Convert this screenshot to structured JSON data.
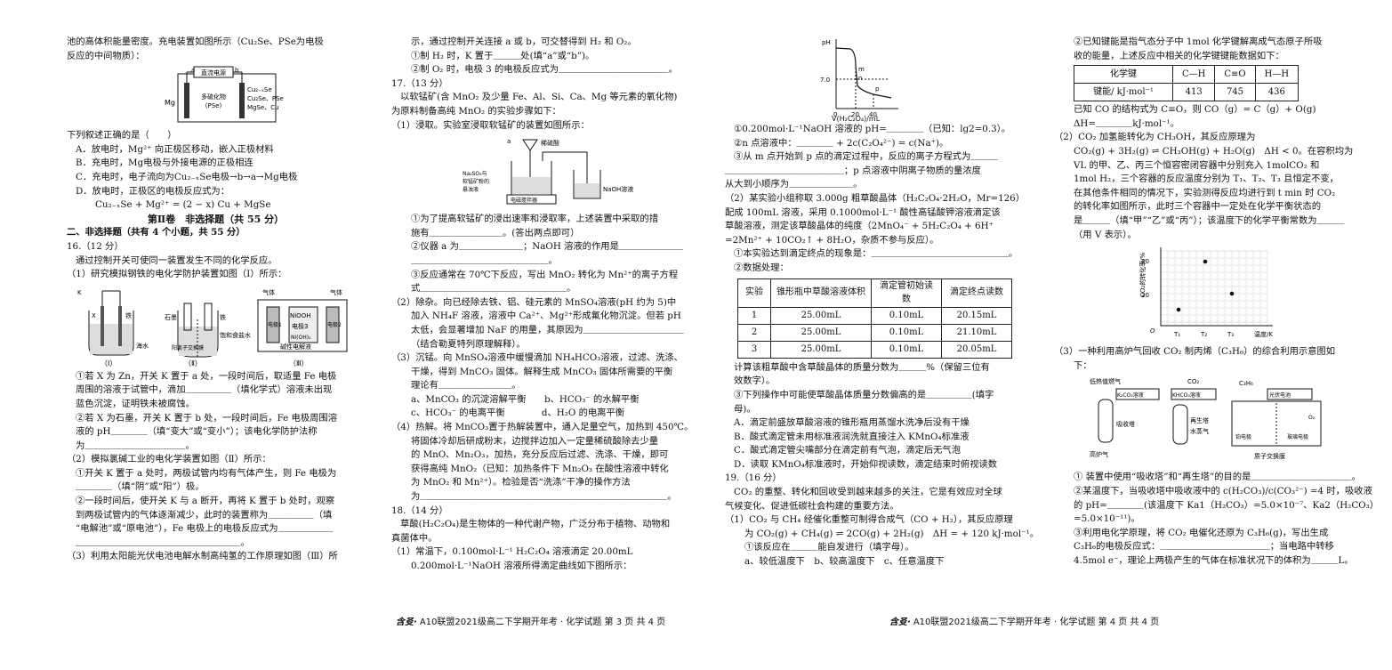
{
  "col1": {
    "lines_top": [
      "池的高体积能量密度。充电装置如图所示（Cu₂Se、PSe为电极",
      "反应的中间物质）："
    ],
    "fig_labels": {
      "a": "a",
      "b": "b",
      "power": "直流电源",
      "mg": "Mg",
      "poly": "多硫化物",
      "pse": "(PSe)",
      "r1": "Cu₂₋ₓSe",
      "r2": "Cu₂Se、PSe",
      "r3": "MgSe、Cu"
    },
    "lines_mid": [
      "下列叙述正确的是（　　）",
      "A．放电时，Mg²⁺ 向正极区移动，嵌入正极材料",
      "B．充电时，Mg电极与外接电源的正极相连",
      "C．充电时，电子流向为Cu₂₋ₓSe电极→b→a→Mg电极",
      "D．放电时，正极区的电极反应式为："
    ],
    "equation": "Cu₂₋ₓSe + Mg²⁺ = (2 − x) Cu + MgSe",
    "section": "第Ⅱ卷　非选择题（共 55 分）",
    "part2": "二、非选择题（共有 4 个小题，共 55 分）",
    "q16": "16.（12 分）",
    "q16_lines": [
      "通过控制开关可使同一装置发生不同的化学反应。",
      "（1）研究模拟钢铁的电化学防护装置如图（Ⅰ）所示："
    ],
    "fig_caps": [
      "（Ⅰ）",
      "（Ⅱ）",
      "（Ⅲ）"
    ],
    "fig_text": {
      "k": "K",
      "x": "X",
      "fe": "铁",
      "sea": "海水",
      "stone": "石墨",
      "brine": "饱和食盐水",
      "membrane": "阳离子交换膜",
      "gas": "气体",
      "e1": "电极1",
      "e2": "电极2",
      "e3": "电极3",
      "niooh": "NiOOH",
      "nioh": "Ni(OH)₂",
      "alk": "碱性电解液"
    },
    "q16_rest": [
      "①若 X 为 Zn，开关 K 置于 a 处，一段时间后，取适量 Fe 电极",
      "周围的溶液于试管中，滴加＿＿＿＿＿（填化学式）溶液未出现",
      "蓝色沉淀，证明铁未被腐蚀。",
      "②若 X 为石墨，开关 K 置于 b 处，一段时间后，Fe 电极周围溶",
      "液的 pH＿＿＿＿（填“变大”或“变小”）；该电化学防护法称",
      "为＿＿＿＿＿＿＿＿＿＿＿。",
      "（2）模拟氯碱工业的电化学装置如图（Ⅱ）所示：",
      "①开关 K 置于 a 处时，两极试管内均有气体产生，则 Fe 电极为",
      "＿＿＿＿（填“阴”或“阳”）极。",
      "②一段时间后，使开关 K 与 a 断开，再将 K 置于 b 处时，观察",
      "到两极试管内的气体逐渐减少，此时的装置称为＿＿＿＿＿（填",
      "“电解池”或“原电池”），Fe 电极上的电极反应式为＿＿＿＿＿＿",
      "＿＿＿＿＿＿＿＿＿＿＿＿＿＿＿＿＿＿。",
      "（3）利用太阳能光伏电池电解水制高纯氢的工作原理如图（Ⅲ）所"
    ]
  },
  "col2": {
    "lines_a": [
      "示，通过控制开关连接 a 或 b，可交替得到 H₂ 和 O₂。",
      "①制 H₂ 时，K 置于＿＿＿处(填“a”或“b”)。",
      "②制 O₂ 时，电极 3 的电极反应式为＿＿＿＿＿＿＿＿＿＿＿＿。"
    ],
    "q17": "17.（13 分）",
    "q17_intro": [
      "以软锰矿(含 MnO₂ 及少量 Fe、Al、Si、Ca、Mg 等元素的氧化物)",
      "为原料制备高纯 MnO₂ 的实验步骤如下：",
      "（1）浸取。实验室浸取软锰矿的装置如图所示："
    ],
    "fig": {
      "a": "a",
      "acid": "稀硫酸",
      "mix1": "Na₂SO₃与",
      "mix2": "软锰矿粉的",
      "mix3": "悬浊液",
      "stir": "电磁搅拌器",
      "naoh": "NaOH溶液"
    },
    "q17_lines": [
      "①为了提高软锰矿的浸出速率和浸取率，上述装置中采取的措",
      "施有＿＿＿＿＿＿＿＿。(答出两点即可）",
      "②仪器 a 为＿＿＿＿＿＿＿；NaOH 溶液的作用是＿＿＿＿＿＿＿",
      "＿＿＿＿＿＿＿＿＿＿＿＿＿＿＿。",
      "③反应通常在 70℃下反应，写出 MnO₂ 转化为 Mn²⁺的离子方程",
      "式＿＿＿＿＿＿＿＿＿＿＿＿＿＿＿＿。",
      "（2）除杂。向已经除去铁、铝、硅元素的 MnSO₄溶液(pH 约为 5)中",
      "加入 NH₄F 溶液，溶液中 Ca²⁺、Mg²⁺形成氟化物沉淀。但若 pH",
      "太低，会显著增加 NaF 的用量，其原因为＿＿＿＿＿＿＿＿＿＿＿",
      "（结合勒夏特列原理解释）。",
      "（3）沉锰。向 MnSO₄溶液中缓慢滴加 NH₄HCO₃溶液，过滤、洗涤、",
      "干燥，得到 MnCO₃ 固体。解释生成 MnCO₃ 固体所需要的平衡",
      "理论有＿＿＿＿＿＿＿＿。",
      "a、MnCO₃ 的沉淀溶解平衡　　b、HCO₃⁻ 的水解平衡",
      "c、HCO₃⁻ 的电离平衡　　　　d、H₂O 的电离平衡",
      "（4）热解。将 MnCO₃置于热解装置中，通入足量空气，加热到 450℃。",
      "将固体冷却后研成粉末，边搅拌边加入一定量稀硫酸除去少量",
      "的 MnO、Mn₂O₃，加热，充分反应后过滤、洗涤、干燥，即可",
      "获得高纯 MnO₂（已知：加热条件下 Mn₂O₃ 在酸性溶液中转化",
      "为 MnO₂ 和 Mn²⁺）。检验是否“洗涤”干净的操作方法",
      "为＿＿＿＿＿＿＿＿＿＿＿＿＿＿＿＿＿＿＿＿＿＿＿＿＿＿＿。"
    ],
    "q18": "18.（14 分）",
    "q18_lines": [
      "草酸(H₂C₂O₄)是生物体的一种代谢产物，广泛分布于植物、动物和",
      "真菌体中。",
      "（1）常温下，0.100mol·L⁻¹ H₂C₂O₄ 溶液滴定 20.00mL",
      "0.200mol·L⁻¹NaOH 溶液所得滴定曲线如下图所示："
    ]
  },
  "col3": {
    "graph": {
      "ylabel": "pH",
      "y70": "7.0",
      "m": "m",
      "n": "n",
      "p": "p",
      "t0": "0",
      "t20": "20",
      "t40": "40",
      "xlabel": "V(H₂C₂O₄)/mL"
    },
    "lines_a": [
      "①0.200mol·L⁻¹NaOH 溶液的 pH=＿＿＿＿（已知：lg2=0.3）。",
      "②n 点溶液中：＿＿＿＿ + 2c(C₂O₄²⁻) = c(Na⁺)。",
      "③从 m 点开始到 p 点的滴定过程中，反应的离子方程式为＿＿＿",
      "＿＿＿＿＿＿＿＿＿＿＿＿＿；p 点溶液中阴离子物质的量浓度",
      "从大到小顺序为＿＿＿＿＿＿＿。",
      "（2）某实验小组称取 3.000g 粗草酸晶体（H₂C₂O₄·2H₂O，Mr=126）",
      "配成 100mL 溶液，采用 0.1000mol·L⁻¹ 酸性高锰酸钾溶液滴定该",
      "草酸溶液，测定该草酸晶体的纯度（2MnO₄⁻ + 5H₂C₂O₄ + 6H⁺",
      "=2Mn²⁺ + 10CO₂↑ + 8H₂O，杂质不参与反应）。",
      "①本实验达到滴定终点的现象是：＿＿＿＿＿＿＿＿＿＿＿＿＿＿＿。",
      "②数据处理："
    ],
    "table_head": [
      "实验",
      "锥形瓶中草酸溶液体积",
      "滴定管初始读数",
      "滴定终点读数"
    ],
    "table_rows": [
      [
        "1",
        "25.00mL",
        "0.10mL",
        "20.15mL"
      ],
      [
        "2",
        "25.00mL",
        "0.10mL",
        "21.10mL"
      ],
      [
        "3",
        "25.00mL",
        "0.10mL",
        "20.05mL"
      ]
    ],
    "lines_b": [
      "计算该粗草酸中含草酸晶体的质量分数为＿＿＿%（保留三位有",
      "效数字）。",
      "③下列操作中可能使草酸晶体质量分数偏高的是＿＿＿＿＿(填字",
      "母)。",
      "A．滴定前盛放草酸溶液的锥形瓶用蒸馏水洗净后没有干燥",
      "B．酸式滴定管未用标准液润洗就直接注入 KMnO₄标准液",
      "C．酸式滴定管尖嘴部分在滴定前有气泡，滴定后无气泡",
      "D．读取 KMnO₄标准液时，开始仰视读数，滴定结束时俯视读数"
    ],
    "q19": "19.（16 分）",
    "lines_c": [
      "CO₂ 的重整、转化和回收受到越来越多的关注，它是有效应对全球",
      "气候变化、促进低碳社会构建的重要方法。",
      "（1）CO₂ 与 CH₄ 经催化重整可制得合成气（CO + H₂），其反应原理",
      "为 CO₂(g) + CH₄(g) ⇌ 2CO(g) + 2H₂(g)　ΔH = + 120 kJ·mol⁻¹。",
      "①该反应在＿＿＿能自发进行（填字母）。",
      "a、较低温度下　b、较高温度下　c、任意温度下"
    ]
  },
  "col4": {
    "lines_a": [
      "②已知键能是指气态分子中 1mol 化学键解离成气态原子所吸",
      "收的能量，上述反应中相关的化学键键能数据如下："
    ],
    "bond_head": [
      "化学键",
      "C—H",
      "C≡O",
      "H—H"
    ],
    "bond_row": [
      "键能/ kJ·mol⁻¹",
      "413",
      "745",
      "436"
    ],
    "lines_b": [
      "已知 CO 的结构式为 C≡O，则 CO（g）= C（g）+ O(g)",
      "ΔH=＿＿＿＿kJ·mol⁻¹。",
      "（2）CO₂ 加氢能转化为 CH₃OH，其反应原理为",
      "CO₂(g) + 3H₂(g) ⇌ CH₃OH(g) + H₂O(g)　ΔH < 0。在容积均为",
      "VL 的甲、乙、丙三个恒容密闭容器中分别充入 1molCO₂ 和",
      "1mol H₂，三个容器的反应温度分别为 T₁、T₂、T₃ 且恒定不变，",
      "在其他条件相同的情况下，实验测得反应均进行到 t min 时 CO₂",
      "的转化率如图所示，此时三个容器中一定处在化学平衡状态的",
      "是＿＿＿（填“甲”“乙”或“丙”）；该温度下的化学平衡常数为＿＿＿",
      "（用 V 表示）。"
    ],
    "grid": {
      "ylabel": "CO₂的转化率/%",
      "y40": "40",
      "y20": "20",
      "o": "O",
      "t1": "T₁",
      "t2": "T₂",
      "t3": "T₃",
      "xlabel": "温度/K"
    },
    "lines_c": [
      "（3）一种利用高炉气回收 CO₂ 制丙烯（C₃H₆）的综合利用示意图如",
      "下："
    ],
    "flow": {
      "a": "低热值燃气",
      "b": "K₂CO₃溶液",
      "c": "CO₂",
      "d": "KHCO₃溶液",
      "e": "光伏电池",
      "f": "C₃H₆",
      "g": "吸收塔",
      "h": "再生塔",
      "i": "水蒸气",
      "j": "高炉气",
      "k": "铂电极",
      "l": "玻璃电极",
      "m": "质子交换膜",
      "n": "O₂"
    },
    "lines_d": [
      "① 装置中使用“吸收塔”和“再生塔”的目的是＿＿＿＿＿＿＿＿＿＿＿。",
      "②某温度下，当吸收塔中吸收液中的 c(H₂CO₃)/c(CO₃²⁻) =4 时，吸收液",
      "的 pH=＿＿＿＿(该温度下 Ka1（H₂CO₃）=5.0×10⁻⁷、Ka2（H₂CO₃）",
      "=5.0×10⁻¹¹)。",
      "③利用电化学原理，将 CO₂ 电催化还原为 C₃H₆(g)，写出生成",
      "C₃H₆的电极反应式：＿＿＿＿＿＿＿＿＿＿＿＿；当电路中转移",
      "4.5mol e⁻，理论上两极产生的气体在标准状况下的体积为＿＿＿L。"
    ]
  },
  "footer": {
    "logo": "含㕛·",
    "left": "A10联盟2021级高二下学期开年考 · 化学试题 第 3 页 共 4 页",
    "right": "A10联盟2021级高二下学期开年考 · 化学试题 第 4 页 共 4 页"
  },
  "grid_points": [
    [
      1,
      10
    ],
    [
      2,
      40
    ],
    [
      3,
      20
    ]
  ]
}
